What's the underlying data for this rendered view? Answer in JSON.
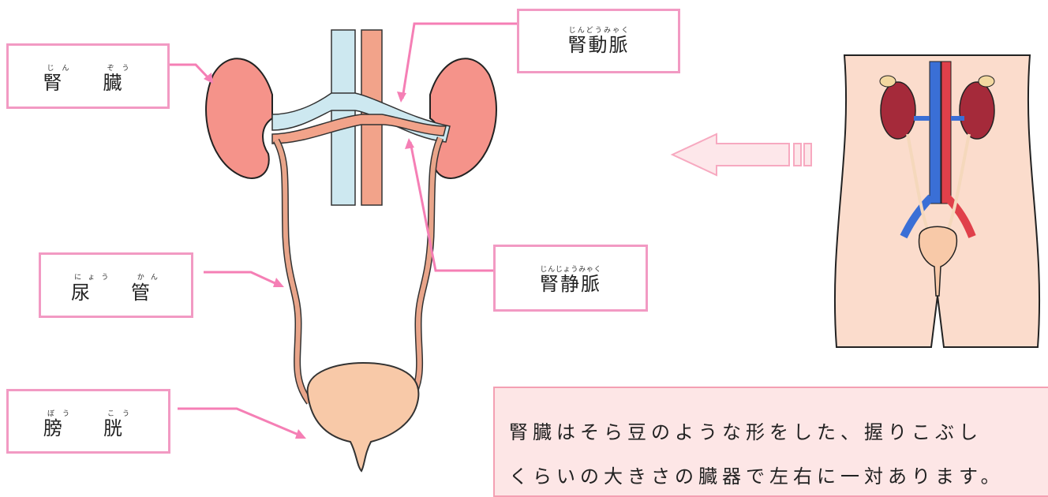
{
  "labels": {
    "kidney": {
      "base": "腎　臓",
      "ruby": "じん　　ぞう"
    },
    "renal_artery": {
      "base": "腎動脈",
      "ruby": "じんどうみゃく"
    },
    "ureter": {
      "base": "尿　管",
      "ruby": "にょう　 かん"
    },
    "renal_vein": {
      "base": "腎静脈",
      "ruby": "じんじょうみゃく"
    },
    "bladder": {
      "base": "膀　胱",
      "ruby": "ぼう　　こう"
    }
  },
  "description": {
    "line1": "腎臓はそら豆のような形をした、握りこぶし",
    "line2": "くらいの大きさの臓器で左右に一対あります。"
  },
  "colors": {
    "kidney": "#f5938a",
    "ureter": "#e9a58a",
    "vein": "#cde8f0",
    "artery": "#f2a38a",
    "bladder": "#f8c9a8",
    "label_border": "#f29ac3",
    "arrow": "#f57fb5",
    "desc_bg": "#fde6e6"
  }
}
